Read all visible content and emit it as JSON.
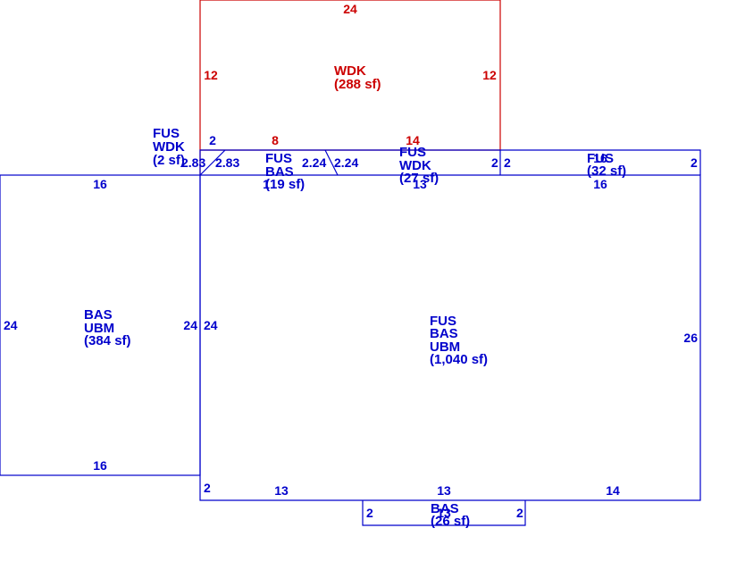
{
  "colors": {
    "main": "#0000cc",
    "accent": "#cc0000"
  },
  "areas": {
    "wdk_top": {
      "l1": "WDK",
      "l2": "(288 sf)"
    },
    "fus_wdk_small": {
      "l1": "FUS",
      "l2": "WDK",
      "l3": "(2 sf)"
    },
    "fus_bas_19": {
      "l1": "FUS",
      "l2": "BAS",
      "l3": "(19 sf)"
    },
    "fus_wdk_27": {
      "l1": "FUS",
      "l2": "WDK",
      "l3": "(27 sf)"
    },
    "fus_32": {
      "l1": "FUS",
      "l2": "(32 sf)"
    },
    "bas_ubm_384": {
      "l1": "BAS",
      "l2": "UBM",
      "l3": "(384 sf)"
    },
    "fus_bas_ubm_1040": {
      "l1": "FUS",
      "l2": "BAS",
      "l3": "UBM",
      "l4": "(1,040 sf)"
    },
    "bas_26": {
      "l1": "BAS",
      "l2": "(26 sf)"
    }
  },
  "dims": {
    "wdk_top": "24",
    "wdk_left": "12",
    "wdk_right": "12",
    "wdk_bottom_a": "8",
    "wdk_bottom_b": "14",
    "small_top": "2",
    "strip_a": "2.83",
    "strip_b": "2.83",
    "strip_c": "2.24",
    "strip_d": "2.24",
    "strip_e": "2",
    "strip_f": "2",
    "strip_g": "2",
    "strip_h": "16",
    "strip_k": "1",
    "strip_m": "13",
    "left_top": "16",
    "left_left": "24",
    "left_right": "24",
    "left_bottom": "16",
    "main_left": "24",
    "main_right": "26",
    "main_top_right": "16",
    "main_bottom_left": "2",
    "main_bottom_a": "13",
    "main_bottom_b": "13",
    "main_bottom_c": "14",
    "bump_left": "2",
    "bump_right": "2",
    "bump_top": "13"
  }
}
